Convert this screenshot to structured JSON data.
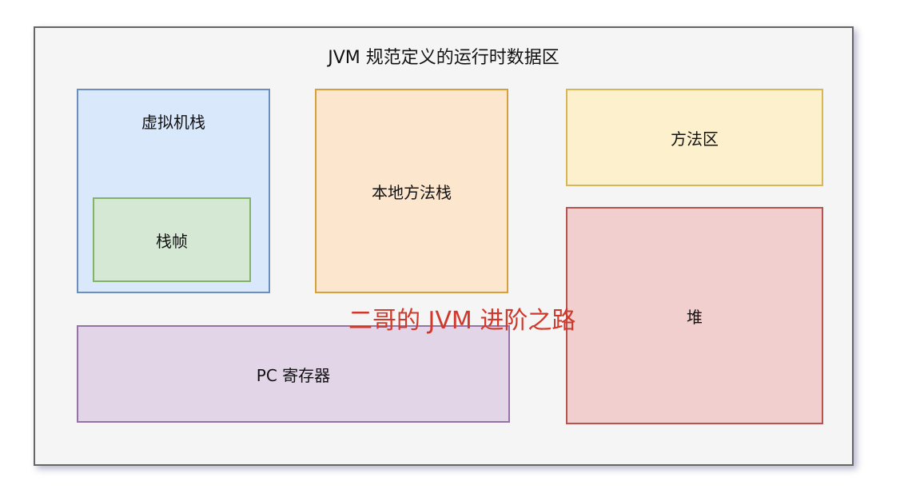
{
  "diagram": {
    "title": "JVM 规范定义的运行时数据区",
    "areas": {
      "vm_stack": {
        "label": "虚拟机栈",
        "fill": "#dae8fc",
        "stroke": "#6c8ebf"
      },
      "stack_frame": {
        "label": "栈帧",
        "fill": "#d5e8d4",
        "stroke": "#82b366"
      },
      "native_method_stack": {
        "label": "本地方法栈",
        "fill": "#fce6cd",
        "stroke": "#d6a03a"
      },
      "method_area": {
        "label": "方法区",
        "fill": "#fdf1cd",
        "stroke": "#d6b656"
      },
      "heap": {
        "label": "堆",
        "fill": "#f2cfcf",
        "stroke": "#b85450"
      },
      "pc_register": {
        "label": "PC 寄存器",
        "fill": "#e1d5e7",
        "stroke": "#9673a6"
      }
    },
    "watermark": {
      "text": "二哥的 JVM 进阶之路",
      "color": "#d0382b"
    }
  }
}
